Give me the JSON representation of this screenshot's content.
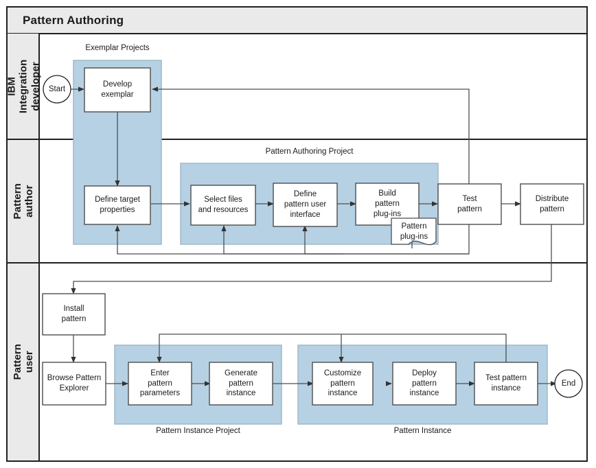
{
  "pool": {
    "title": "Pattern Authoring"
  },
  "lanes": [
    {
      "id": "developer",
      "label": "IBM Integration\ndeveloper"
    },
    {
      "id": "author",
      "label": "Pattern author"
    },
    {
      "id": "user",
      "label": "Pattern user"
    }
  ],
  "groups": [
    {
      "id": "exemplar-projects",
      "label": "Exemplar Projects",
      "color": "#b6d1e3"
    },
    {
      "id": "pattern-authoring-project",
      "label": "Pattern Authoring Project",
      "color": "#b6d1e3"
    },
    {
      "id": "pattern-instance-project",
      "label": "Pattern Instance Project",
      "color": "#b6d1e3"
    },
    {
      "id": "pattern-instance",
      "label": "Pattern Instance",
      "color": "#b6d1e3"
    }
  ],
  "terminators": [
    {
      "id": "start",
      "label": "Start"
    },
    {
      "id": "end",
      "label": "End"
    }
  ],
  "nodes": [
    {
      "id": "develop-exemplar",
      "label": "Develop\nexemplar"
    },
    {
      "id": "define-target-properties",
      "label": "Define target\nproperties"
    },
    {
      "id": "select-files-and-resources",
      "label": "Select files\nand resources"
    },
    {
      "id": "define-pattern-user-interface",
      "label": "Define\npattern user\ninterface"
    },
    {
      "id": "build-pattern-plug-ins",
      "label": "Build\npattern\nplug-ins"
    },
    {
      "id": "test-pattern",
      "label": "Test\npattern"
    },
    {
      "id": "distribute-pattern",
      "label": "Distribute\npattern"
    },
    {
      "id": "install-pattern",
      "label": "Install\npattern"
    },
    {
      "id": "browse-pattern-explorer",
      "label": "Browse Pattern\nExplorer"
    },
    {
      "id": "enter-pattern-parameters",
      "label": "Enter\npattern\nparameters"
    },
    {
      "id": "generate-pattern-instance",
      "label": "Generate\npattern\ninstance"
    },
    {
      "id": "customize-pattern-instance",
      "label": "Customize\npattern\ninstance"
    },
    {
      "id": "deploy-pattern-instance",
      "label": "Deploy\npattern\ninstance"
    },
    {
      "id": "test-pattern-instance",
      "label": "Test pattern\ninstance"
    }
  ],
  "artifacts": [
    {
      "id": "pattern-plug-ins-doc",
      "label": "Pattern\nplug-ins"
    }
  ],
  "colors": {
    "group_fill": "#b6d1e3",
    "group_stroke": "#9fb8c9",
    "lane_header_fill": "#eaeaea",
    "frame_stroke": "#231f20",
    "node_stroke": "#4d4d4d",
    "connector_stroke": "#4d4d4d",
    "node_fill": "#ffffff",
    "page_background": "#ffffff"
  }
}
